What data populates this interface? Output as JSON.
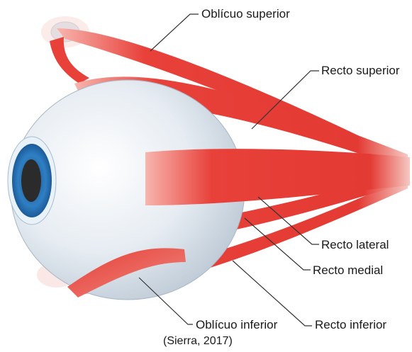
{
  "labels": {
    "obliquo_superior": "Oblícuo superior",
    "recto_superior": "Recto superior",
    "recto_lateral": "Recto lateral",
    "recto_medial": "Recto medial",
    "obliquo_inferior": "Oblícuo inferior",
    "recto_inferior": "Recto inferior"
  },
  "caption": "(Sierra, 2017)",
  "colors": {
    "muscle": "#e8413a",
    "muscle_light": "#f7a8a0",
    "sclera": "#eef2f6",
    "iris": "#2f7fc4",
    "pupil": "#2b2b2b",
    "leader_line": "#333333"
  }
}
